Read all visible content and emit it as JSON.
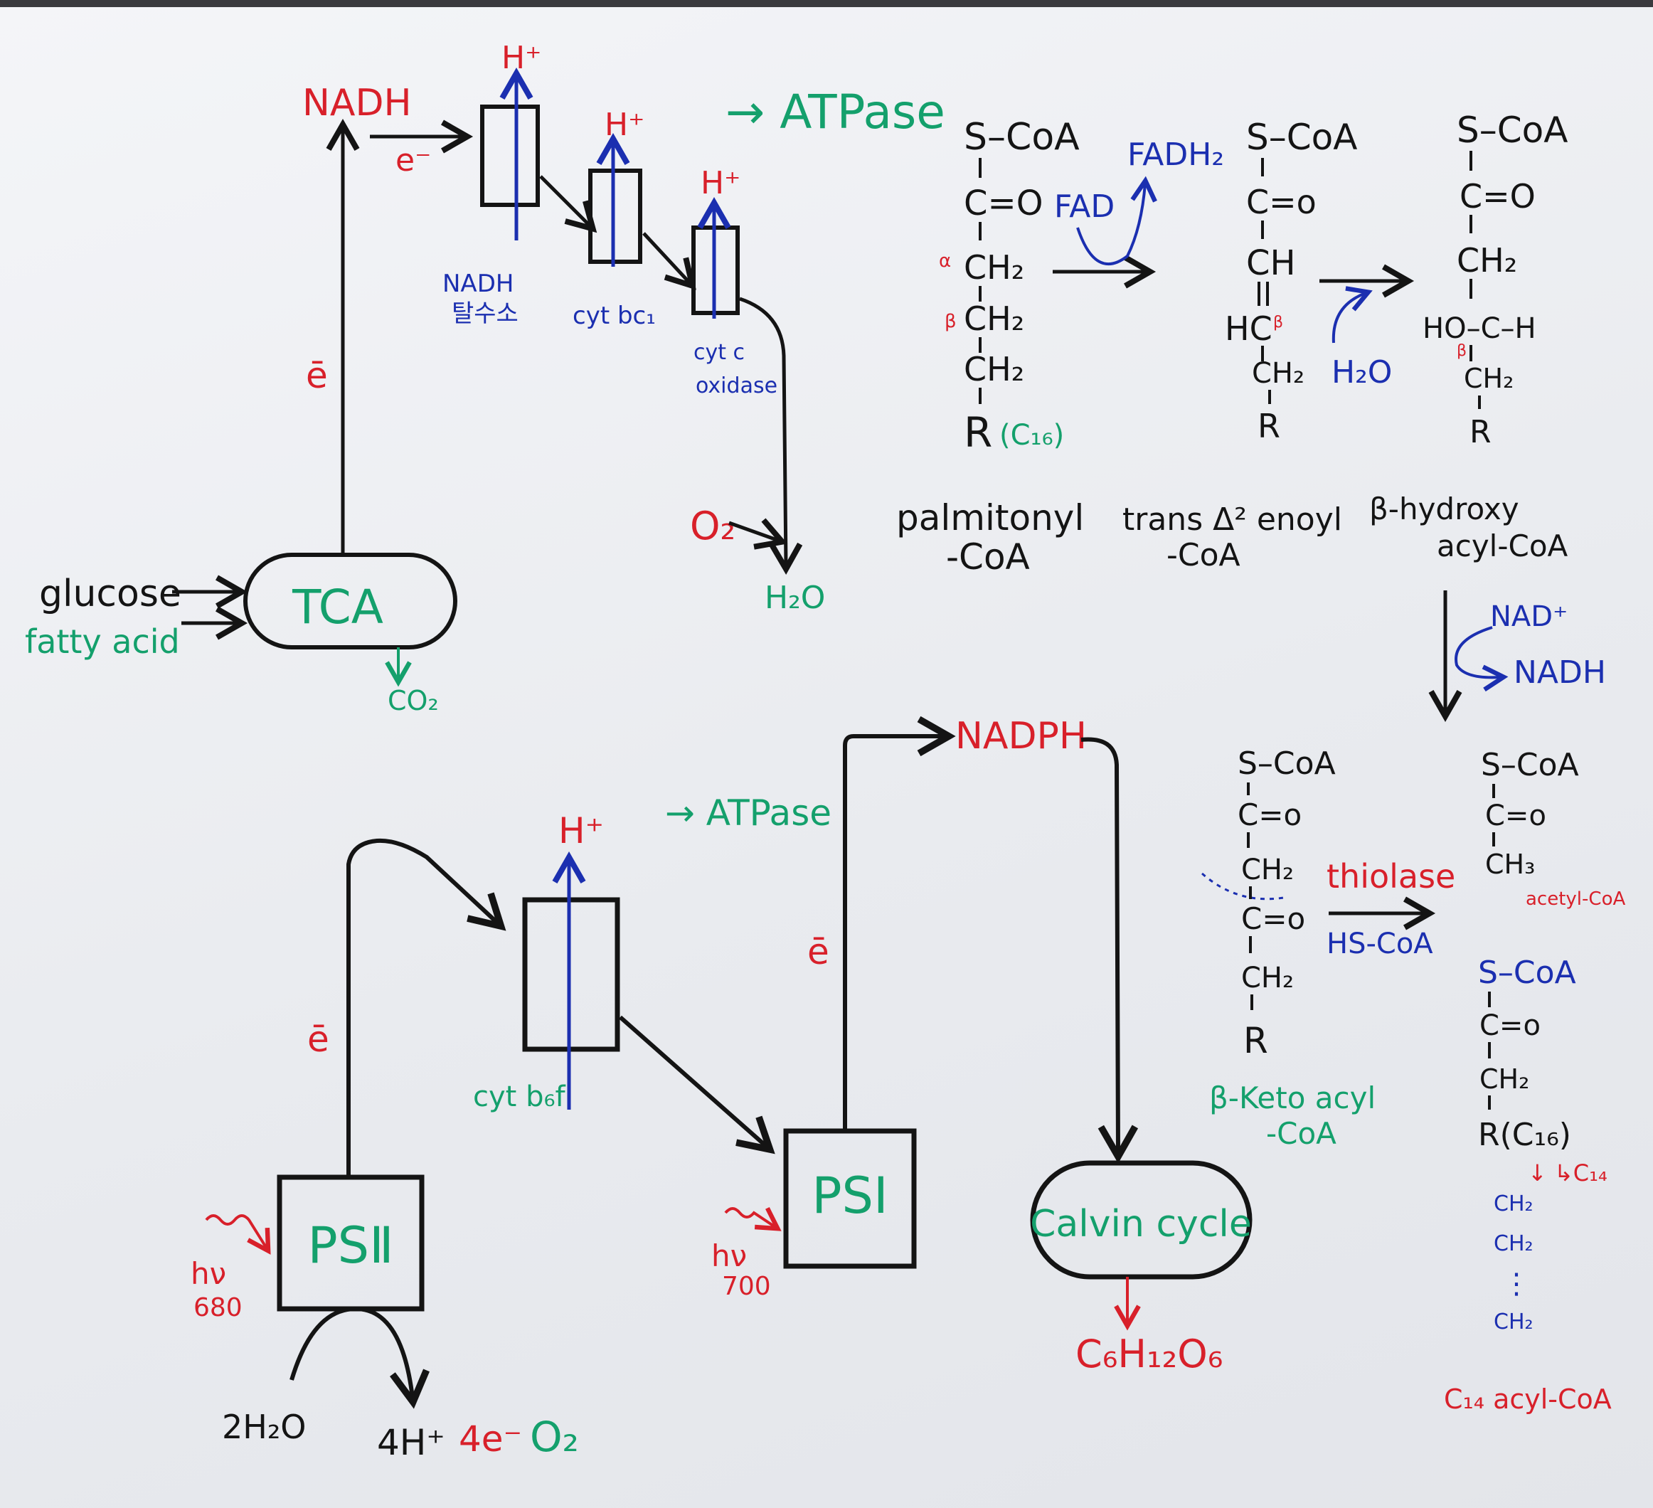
{
  "colors": {
    "marker_black": "#141414",
    "marker_red": "#d8202a",
    "marker_green": "#14a06c",
    "marker_blue": "#1b2fb0",
    "board": "#eef0f4"
  },
  "respiration": {
    "nadh": "NADH",
    "e_minus": "e⁻",
    "e_bar": "ē",
    "h_plus": "H⁺",
    "atpase": "→ ATPase",
    "complex1_line1": "NADH",
    "complex1_line2": "탈수소",
    "complex3": "cyt bc₁",
    "complex4_line1": "cyt c",
    "complex4_line2": "oxidase",
    "o2": "O₂",
    "h2o": "H₂O",
    "tca": "TCA",
    "glucose": "glucose",
    "fatty_acid": "fatty acid",
    "co2": "CO₂"
  },
  "beta_oxidation": {
    "scoa": "S–CoA",
    "c_o": "C=O",
    "c_o_short": "C=o",
    "ch2": "CH₂",
    "ch": "CH",
    "hc": "HC",
    "ch3": "CH₃",
    "r": "R",
    "r_c16": "R(C₁₆)",
    "c16_paren": "(C₁₆)",
    "alpha": "α",
    "beta": "β",
    "ho_c_h": "HO–C–H",
    "fad": "FAD",
    "fadh2": "FADH₂",
    "h2o": "H₂O",
    "nad_plus": "NAD⁺",
    "nadh": "NADH",
    "thiolase": "thiolase",
    "hs_coa": "HS-CoA",
    "palmitoyl_line1": "palmitonyl",
    "palmitoyl_line2": "-CoA",
    "enoyl_line1": "trans Δ² enoyl",
    "enoyl_line2": "-CoA",
    "hydroxy_line1": "β-hydroxy",
    "hydroxy_line2": "acyl-CoA",
    "keto_line1": "β-Keto acyl",
    "keto_line2": "-CoA",
    "acetyl": "acetyl-CoA",
    "c14_arrow": "↓ ↳C₁₄",
    "ch2_small": "CH₂",
    "vdots": "⋮",
    "c14_acyl": "C₁₄ acyl-CoA"
  },
  "photosynthesis": {
    "nadph": "NADPH",
    "h_plus": "H⁺",
    "atpase": "→ ATPase",
    "cyt_b6f": "cyt b₆f",
    "e_bar": "ē",
    "psii": "PSⅡ",
    "psi": "PSⅠ",
    "hv": "hν",
    "wl680": "680",
    "wl700": "700",
    "calvin": "Calvin cycle",
    "glucose_formula": "C₆H₁₂O₆",
    "water": "2H₂O",
    "protons": "4H⁺",
    "electrons": "4e⁻",
    "o2": "O₂"
  }
}
